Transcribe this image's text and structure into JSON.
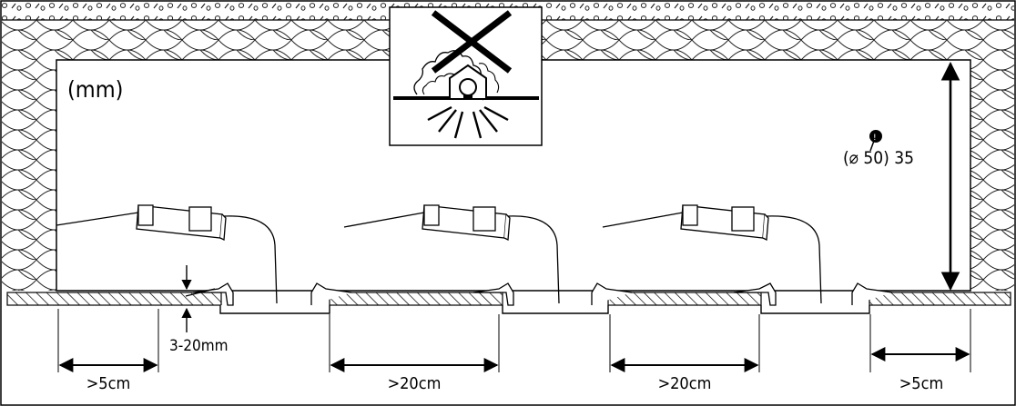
{
  "unit_label": "(mm)",
  "height_label": "(⌀ 50) 35",
  "thickness_label": "3-20mm",
  "spacing": [
    ">5cm",
    ">20cm",
    ">20cm",
    ">5cm"
  ]
}
